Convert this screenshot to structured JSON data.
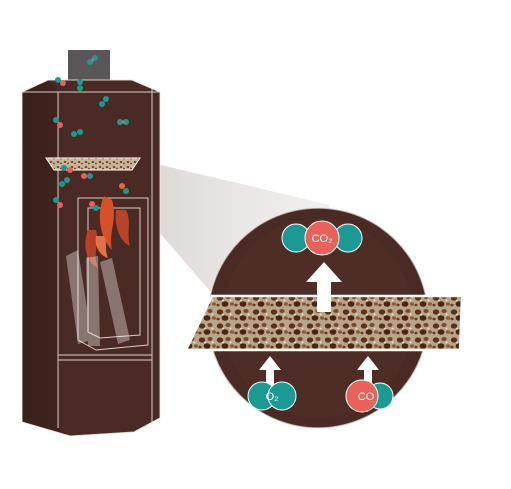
{
  "molecules": {
    "co2": {
      "label": "CO₂",
      "color": "#1a9a92"
    },
    "o2": {
      "label": "O₂",
      "color": "#1a9a92"
    },
    "co": {
      "label": "CO",
      "color": "#e8615a"
    }
  },
  "colors": {
    "stove_body": "#4a2a24",
    "stove_dark": "#3a1f1a",
    "outline": "#f2ecea",
    "arrow": "#ffffff",
    "filter_outline": "#ffffff",
    "flame": "#d8502a",
    "beam": "#c8c0be"
  },
  "icons": [
    "up-arrow-icon",
    "fire-icon",
    "molecule-icon"
  ]
}
